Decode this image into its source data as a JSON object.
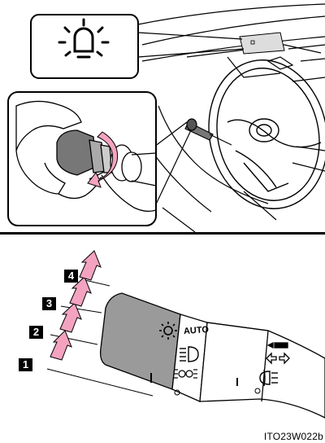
{
  "steps": [
    {
      "num": "1"
    },
    {
      "num": "2"
    },
    {
      "num": "3"
    },
    {
      "num": "4"
    }
  ],
  "switch_labels": {
    "auto": "AUTO"
  },
  "colors": {
    "arrow_pink": "#F3A3C0",
    "knob_gray": "#9A9A9A",
    "line": "#000000"
  },
  "icons": {
    "indicator": "parking-light-icon",
    "knob_position_1": "sun-light-icon",
    "knob_position_3": "headlight-icon",
    "knob_position_2": "tail-light-icon",
    "fog": "front-fog-light-icon",
    "turn": "turn-signal-arrows-icon"
  },
  "figure_code": "ITO23W022b"
}
